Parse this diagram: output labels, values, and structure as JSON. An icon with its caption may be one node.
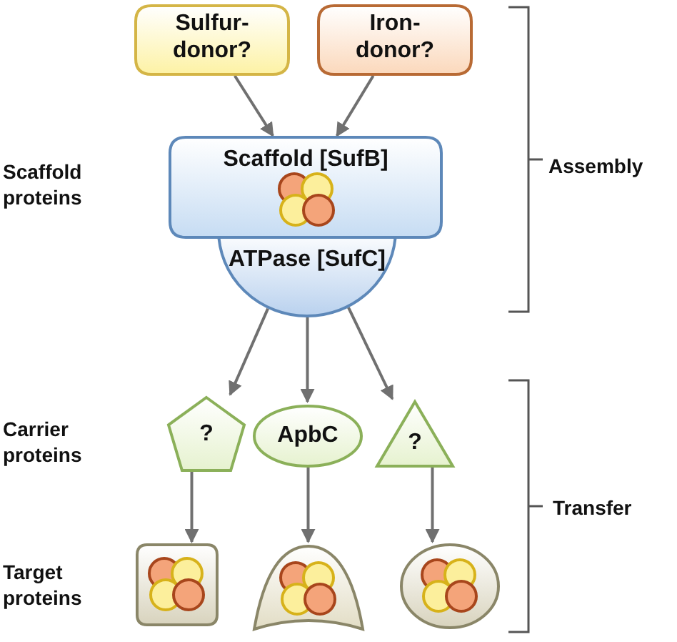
{
  "diagram": {
    "nodes": [
      {
        "text": [
          "Sulfur- donor?"
        ]
      },
      {
        "text": [
          "Iron- donor?"
        ]
      },
      {
        "text": [
          "Scaffold [SufB]"
        ]
      },
      {
        "text": [
          "ATPase [SufC]"
        ]
      },
      {
        "text": [
          "?"
        ]
      },
      {
        "text": [
          "ApbC"
        ]
      },
      {
        "text": [
          "?"
        ]
      },
      {
        "text": [],
        "shape": "box"
      },
      {
        "text": [],
        "shape": "dome"
      },
      {
        "text": [],
        "shape": "circle"
      }
    ],
    "edges": [
      {
        "from": 0,
        "to": 2,
        "arrow": "to"
      },
      {
        "from": 1,
        "to": 2,
        "arrow": "to"
      },
      {
        "from": 3,
        "to": 4,
        "arrow": "to"
      },
      {
        "from": 3,
        "to": 5,
        "arrow": "to"
      },
      {
        "from": 3,
        "to": 6,
        "arrow": "to"
      },
      {
        "from": 4,
        "to": 7,
        "arrow": "to"
      },
      {
        "from": 5,
        "to": 8,
        "arrow": "to"
      },
      {
        "from": 6,
        "to": 9,
        "arrow": "to"
      }
    ],
    "labels": [
      "Scaffold proteins",
      "Assembly",
      "Carrier proteins",
      "Transfer",
      "Target proteins"
    ]
  }
}
